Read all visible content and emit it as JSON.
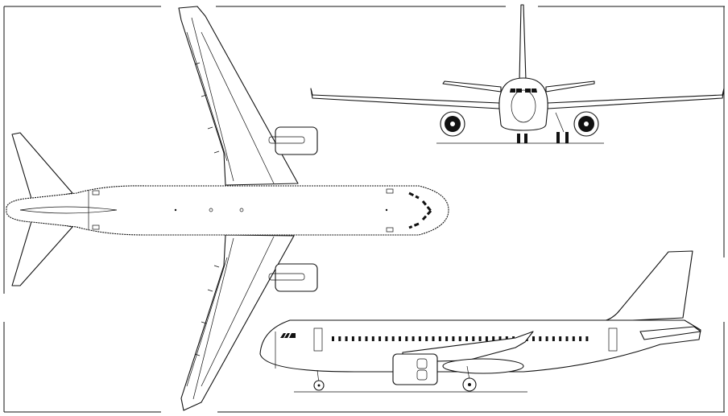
{
  "drawing": {
    "views": [
      "top-view",
      "front-view",
      "side-view"
    ],
    "colors": {
      "line": "#111111",
      "background": "#ffffff"
    }
  }
}
